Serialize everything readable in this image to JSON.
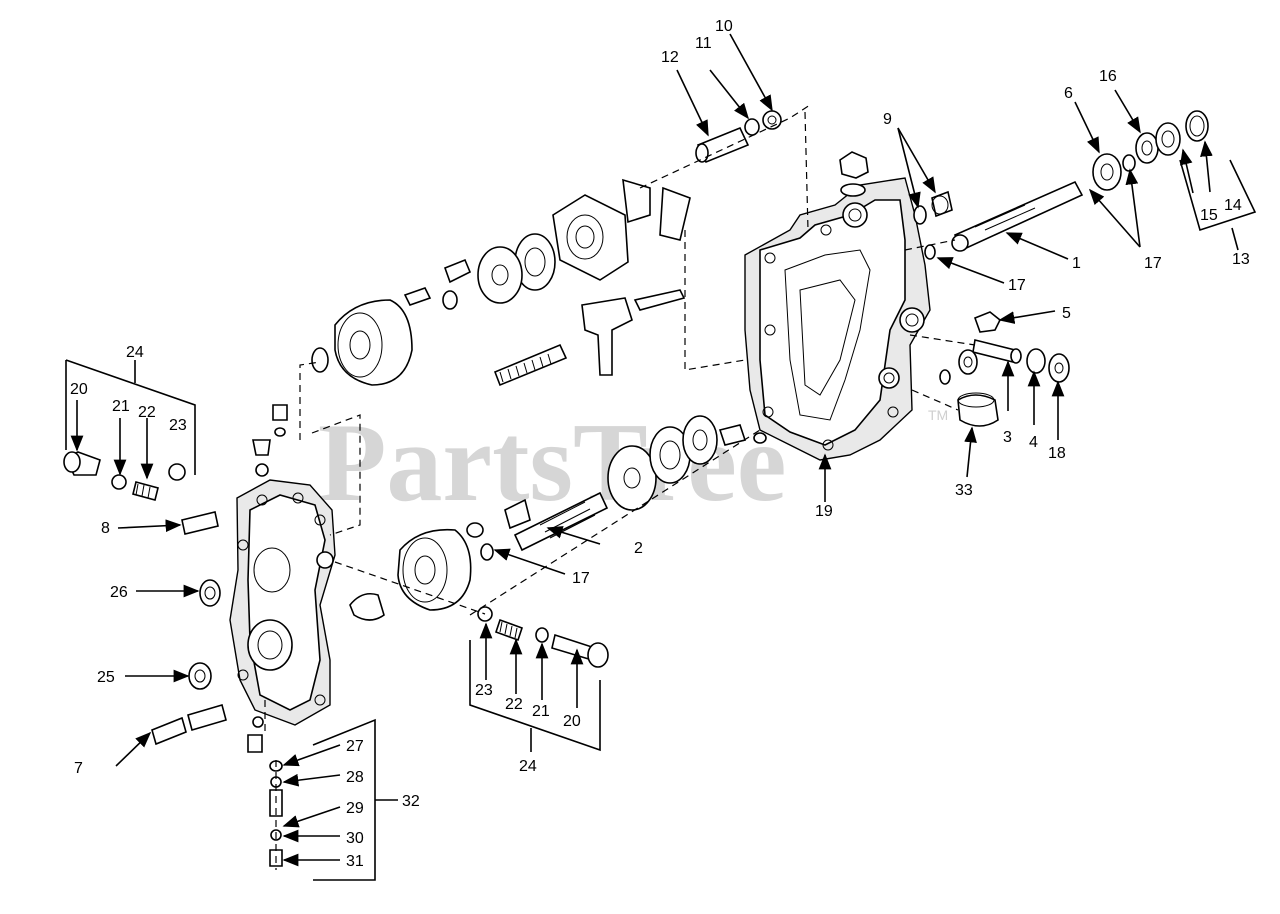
{
  "watermark": {
    "text": "PartsTree",
    "mark": "TM"
  },
  "labels": {
    "l1": "1",
    "l2": "2",
    "l3": "3",
    "l4": "4",
    "l5": "5",
    "l6": "6",
    "l7": "7",
    "l8": "8",
    "l9": "9",
    "l10": "10",
    "l11": "11",
    "l12": "12",
    "l13": "13",
    "l14": "14",
    "l15": "15",
    "l16": "16",
    "l17a": "17",
    "l17b": "17",
    "l17c": "17",
    "l18": "18",
    "l19": "19",
    "l20a": "20",
    "l20b": "20",
    "l21a": "21",
    "l21b": "21",
    "l22a": "22",
    "l22b": "22",
    "l23a": "23",
    "l23b": "23",
    "l24a": "24",
    "l24b": "24",
    "l25": "25",
    "l26": "26",
    "l27": "27",
    "l28": "28",
    "l29": "29",
    "l30": "30",
    "l31": "31",
    "l32": "32",
    "l33": "33"
  }
}
